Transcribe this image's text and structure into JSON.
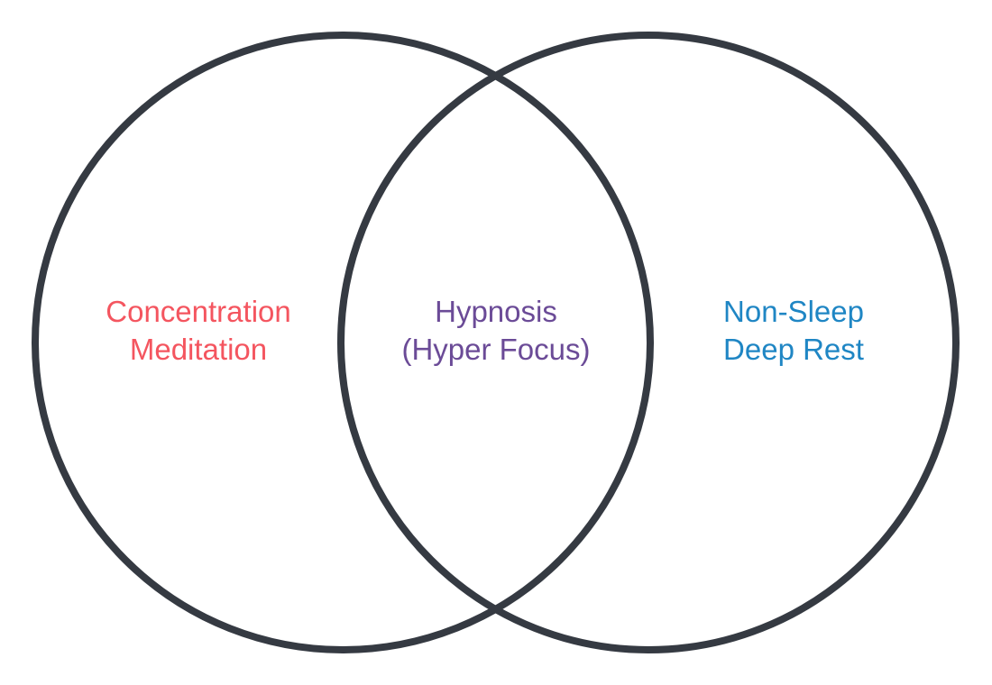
{
  "diagram": {
    "type": "venn",
    "outline_color": "#353a42",
    "sets": [
      {
        "id": "left",
        "lines": [
          "Concentration",
          "Meditation"
        ],
        "color": "#f4555f"
      },
      {
        "id": "overlap",
        "lines": [
          "Hypnosis",
          "(Hyper Focus)"
        ],
        "color": "#6b4b97"
      },
      {
        "id": "right",
        "lines": [
          "Non-Sleep",
          "Deep Rest"
        ],
        "color": "#1f86c4"
      }
    ]
  }
}
